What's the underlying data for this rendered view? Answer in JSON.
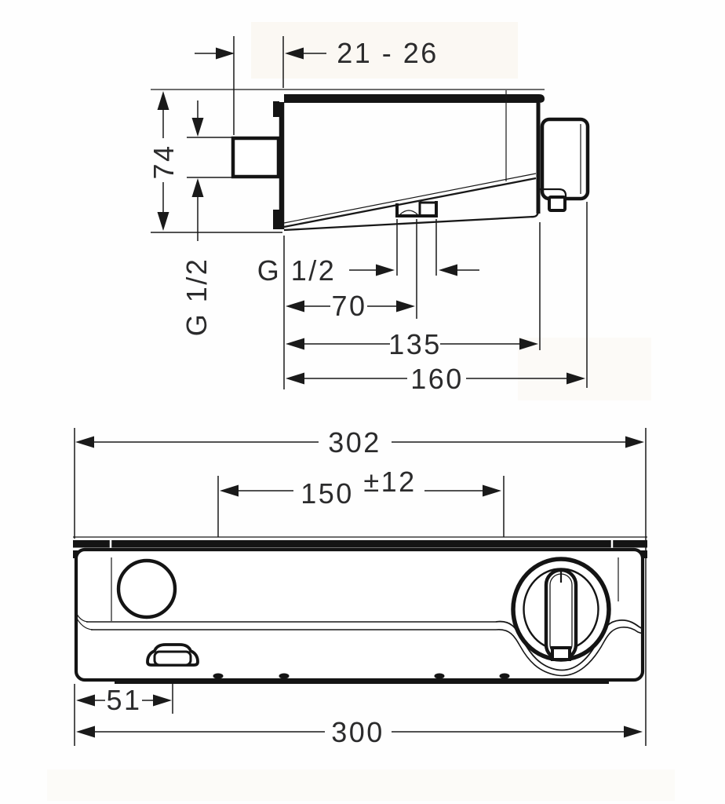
{
  "drawing": {
    "kind": "technical dimension drawing, two views, black line art on white"
  },
  "side_view": {
    "wall_distance": "21 - 26",
    "height": "74",
    "supply_thread": "G 1/2",
    "outlet_thread": "G 1/2",
    "outlet_center_depth": "70",
    "body_depth": "135",
    "total_depth": "160"
  },
  "front_view": {
    "plate_width": "302",
    "inlet_spacing": "150",
    "inlet_spacing_tolerance": "±12",
    "outlet_offset": "51",
    "body_width": "300"
  }
}
